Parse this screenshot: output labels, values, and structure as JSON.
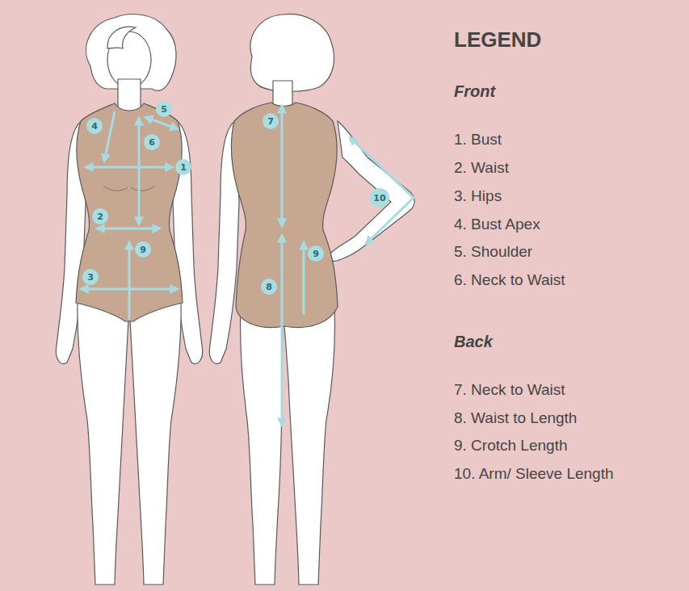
{
  "diagram": {
    "nodes": [
      {
        "text": [
          "5"
        ]
      },
      {
        "text": [
          "4"
        ]
      },
      {
        "text": [
          "6"
        ]
      },
      {
        "text": [
          "1"
        ]
      },
      {
        "text": [
          "2"
        ]
      },
      {
        "text": [
          "9"
        ]
      },
      {
        "text": [
          "3"
        ]
      },
      {
        "text": [
          "7"
        ]
      },
      {
        "text": [
          "10"
        ]
      },
      {
        "text": [
          "9"
        ]
      },
      {
        "text": [
          "8"
        ]
      }
    ],
    "labels": [
      "LEGEND",
      "Front",
      "1. Bust",
      "2. Waist",
      "3. Hips",
      "4. Bust Apex",
      "5. Shoulder",
      "6. Neck to Waist",
      "Back",
      "7. Neck to Waist",
      "8. Waist to Length",
      "9. Crotch Length",
      "10. Arm/ Sleeve Length"
    ]
  }
}
